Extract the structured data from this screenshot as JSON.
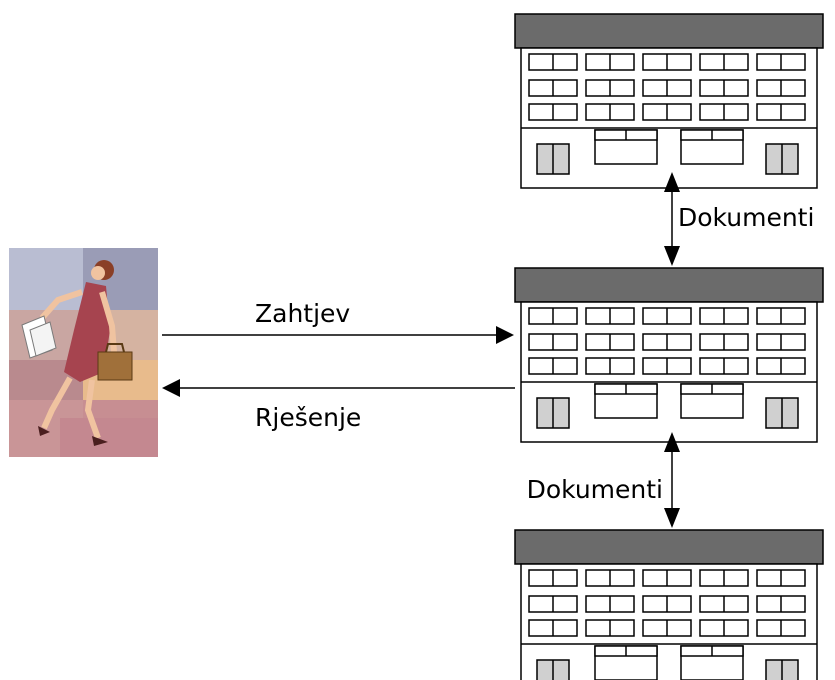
{
  "labels": {
    "request": "Zahtjev",
    "response": "Rješenje",
    "documents_upper": "Dokumenti",
    "documents_lower": "Dokumenti"
  },
  "nodes": {
    "citizen": "person-with-briefcase-illustration",
    "buildings": [
      "office-building-top",
      "office-building-middle",
      "office-building-bottom"
    ]
  },
  "colors": {
    "roof": "#6b6b6b",
    "line": "#000000",
    "door_fill": "#d0d0d0",
    "background": "#ffffff"
  }
}
